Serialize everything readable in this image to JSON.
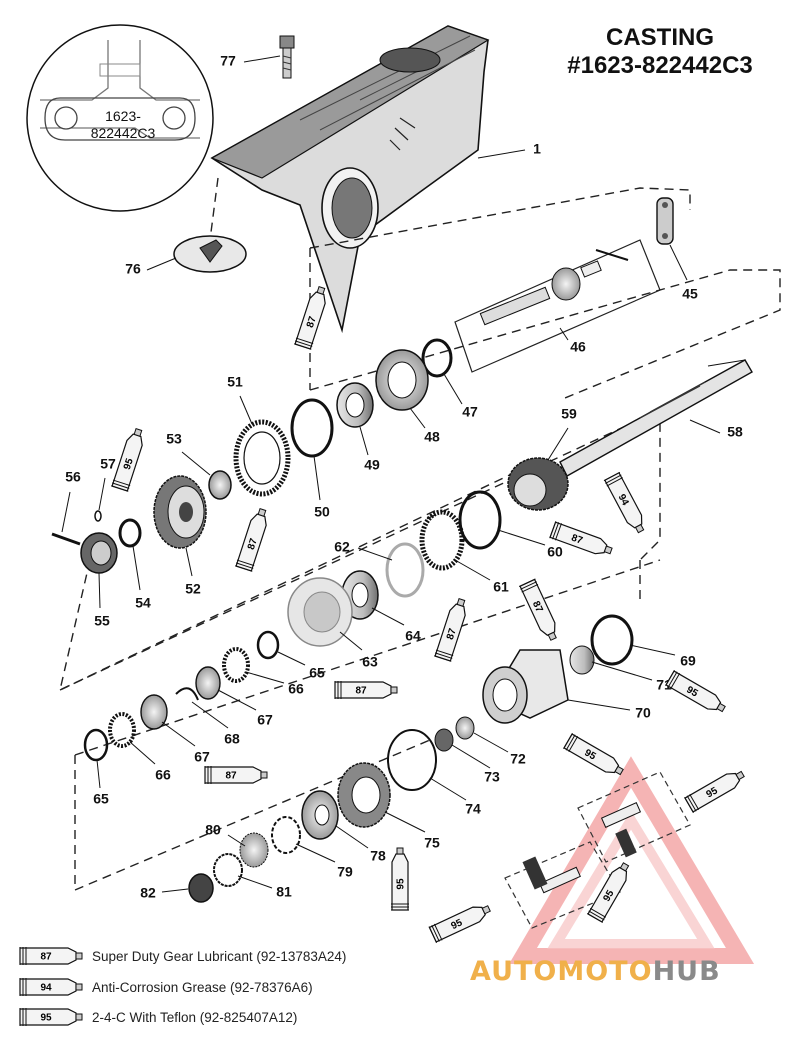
{
  "title": {
    "line1": "CASTING",
    "line2": "#1623-822442C3"
  },
  "inset_label": {
    "line1": "1623-",
    "line2": "822442C3"
  },
  "callouts": [
    {
      "id": "c77",
      "n": "77"
    },
    {
      "id": "c1",
      "n": "1"
    },
    {
      "id": "c76",
      "n": "76"
    },
    {
      "id": "c45",
      "n": "45"
    },
    {
      "id": "c46",
      "n": "46"
    },
    {
      "id": "c47",
      "n": "47"
    },
    {
      "id": "c48",
      "n": "48"
    },
    {
      "id": "c49",
      "n": "49"
    },
    {
      "id": "c51",
      "n": "51"
    },
    {
      "id": "c53",
      "n": "53"
    },
    {
      "id": "c57",
      "n": "57"
    },
    {
      "id": "c56",
      "n": "56"
    },
    {
      "id": "c59",
      "n": "59"
    },
    {
      "id": "c58",
      "n": "58"
    },
    {
      "id": "c50",
      "n": "50"
    },
    {
      "id": "c52",
      "n": "52"
    },
    {
      "id": "c54",
      "n": "54"
    },
    {
      "id": "c55",
      "n": "55"
    },
    {
      "id": "c62",
      "n": "62"
    },
    {
      "id": "c60",
      "n": "60"
    },
    {
      "id": "c61",
      "n": "61"
    },
    {
      "id": "c64",
      "n": "64"
    },
    {
      "id": "c63",
      "n": "63"
    },
    {
      "id": "c65a",
      "n": "65"
    },
    {
      "id": "c66a",
      "n": "66"
    },
    {
      "id": "c67a",
      "n": "67"
    },
    {
      "id": "c68",
      "n": "68"
    },
    {
      "id": "c67b",
      "n": "67"
    },
    {
      "id": "c66b",
      "n": "66"
    },
    {
      "id": "c65b",
      "n": "65"
    },
    {
      "id": "c69",
      "n": "69"
    },
    {
      "id": "c71",
      "n": "71"
    },
    {
      "id": "c70",
      "n": "70"
    },
    {
      "id": "c72",
      "n": "72"
    },
    {
      "id": "c73",
      "n": "73"
    },
    {
      "id": "c74",
      "n": "74"
    },
    {
      "id": "c75",
      "n": "75"
    },
    {
      "id": "c78",
      "n": "78"
    },
    {
      "id": "c79",
      "n": "79"
    },
    {
      "id": "c80",
      "n": "80"
    },
    {
      "id": "c81",
      "n": "81"
    },
    {
      "id": "c82",
      "n": "82"
    }
  ],
  "tubes": [
    {
      "id": "t87a",
      "code": "87"
    },
    {
      "id": "t95a",
      "code": "95"
    },
    {
      "id": "t87b",
      "code": "87"
    },
    {
      "id": "t94",
      "code": "94"
    },
    {
      "id": "t87c",
      "code": "87"
    },
    {
      "id": "t87d",
      "code": "87"
    },
    {
      "id": "t87e",
      "code": "87"
    },
    {
      "id": "t95b",
      "code": "95"
    },
    {
      "id": "t95c",
      "code": "95"
    },
    {
      "id": "t87f",
      "code": "87"
    },
    {
      "id": "t87g",
      "code": "87"
    },
    {
      "id": "t95d",
      "code": "95"
    },
    {
      "id": "t95e",
      "code": "95"
    },
    {
      "id": "t95f",
      "code": "95"
    },
    {
      "id": "t95g",
      "code": "95"
    }
  ],
  "legend": [
    {
      "code": "87",
      "text": "Super Duty Gear Lubricant (92-13783A24)"
    },
    {
      "code": "94",
      "text": "Anti-Corrosion Grease (92-78376A6)"
    },
    {
      "code": "95",
      "text": "2-4-C  With Teflon (92-825407A12)"
    }
  ],
  "watermark": {
    "part1": "AUTOMOTO",
    "part2": "HUB"
  },
  "colors": {
    "ink": "#111111",
    "watermark_red": "#e03a3a",
    "watermark_orange": "#f0b04a",
    "watermark_gray": "#8a8a8a"
  }
}
